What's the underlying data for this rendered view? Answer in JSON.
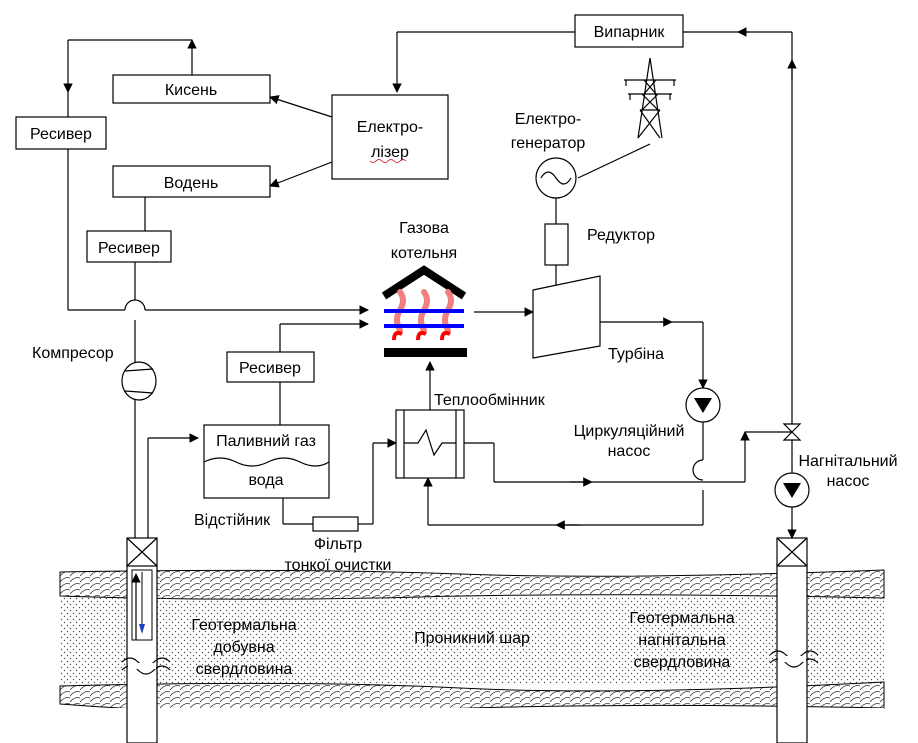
{
  "labels": {
    "evaporator": "Випарник",
    "oxygen": "Кисень",
    "electrolyzer_line1": "Електро-",
    "electrolyzer_line2": "лізер",
    "receiver": "Ресивер",
    "hydrogen": "Водень",
    "generator_line1": "Електро-",
    "generator_line2": "генератор",
    "reducer": "Редуктор",
    "boiler_line1": "Газова",
    "boiler_line2": "котельня",
    "compressor": "Компресор",
    "turbine": "Турбіна",
    "heat_exchanger": "Теплообмінник",
    "fuel_gas": "Паливний  газ",
    "water": "вода",
    "settler": "Відстійник",
    "circ_pump_line1": "Циркуляційний",
    "circ_pump_line2": "насос",
    "inj_pump_line1": "Нагнітальний",
    "inj_pump_line2": "насос",
    "filter_line1": "Фільтр",
    "filter_line2": "тонкої очистки",
    "prod_well_line1": "Геотермальна",
    "prod_well_line2": "добувна",
    "prod_well_line3": "свердловина",
    "layer": "Проникний  шар",
    "inj_well_line1": "Геотермальна",
    "inj_well_line2": "нагнітальна",
    "inj_well_line3": "свердловина"
  },
  "colors": {
    "boiler_flame": "#f08080",
    "boiler_bar_blue": "#0000ff",
    "boiler_bar_red": "#ff0000",
    "well_arrow_blue": "#1a3fc4",
    "spellcheck_underline": "#d00000"
  },
  "icons": {
    "power_tower": "transmission-tower-icon",
    "generator": "ac-generator-icon"
  }
}
